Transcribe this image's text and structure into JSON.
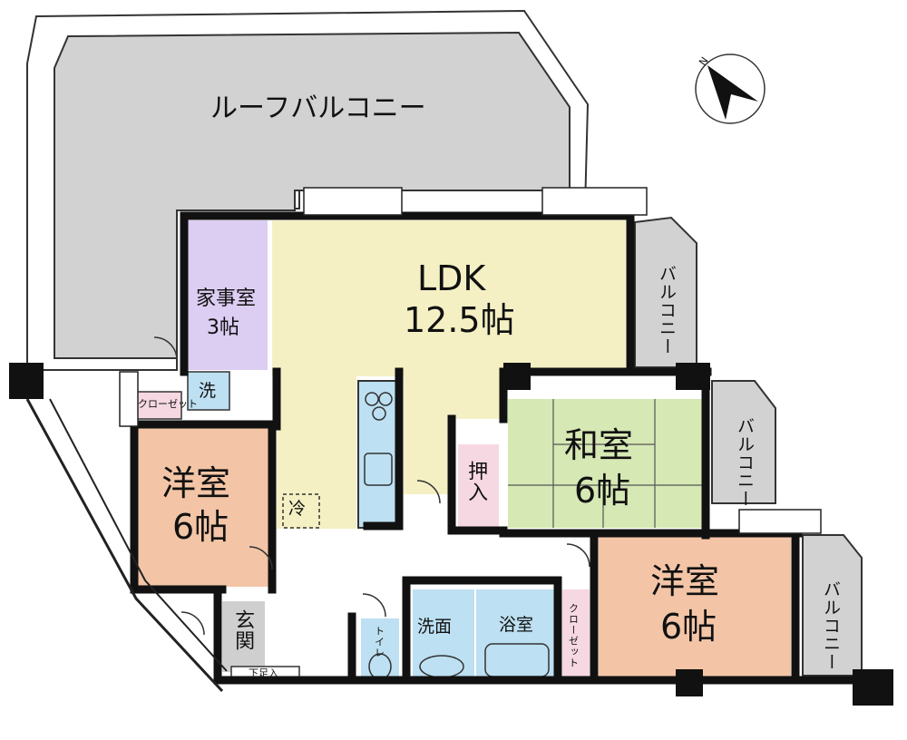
{
  "rooms": {
    "roof_balcony": "ルーフバルコニー",
    "ldk": {
      "name": "LDK",
      "size": "12.5帖"
    },
    "housework": {
      "name": "家事室",
      "size": "3帖"
    },
    "washer": "洗",
    "closet": "クローゼット",
    "western_left": {
      "name": "洋室",
      "size": "6帖"
    },
    "fridge": "冷",
    "washroom": "洗面",
    "bathroom": "浴室",
    "toilet": "トイレ",
    "entrance": "玄関",
    "shoe_storage": "下足入",
    "oshiire": "押入",
    "japanese": {
      "name": "和室",
      "size": "6帖"
    },
    "closet_vertical": "クローゼット",
    "western_right": {
      "name": "洋室",
      "size": "6帖"
    },
    "balcony_top_right": "バルコニー",
    "balcony_mid_right": "バルコニー",
    "balcony_bottom_right": "バルコニー"
  },
  "compass": {
    "label": "N"
  },
  "colors": {
    "wall": "#111111",
    "balcony": "#d2d2d2",
    "ldk": "#f4f0c4",
    "housework": "#dccdf2",
    "western": "#f3c5a6",
    "japanese": "#d6e8b4",
    "water": "#bde0f2",
    "oshiire": "#f6d8e2",
    "entrance": "#cfcfcf"
  }
}
